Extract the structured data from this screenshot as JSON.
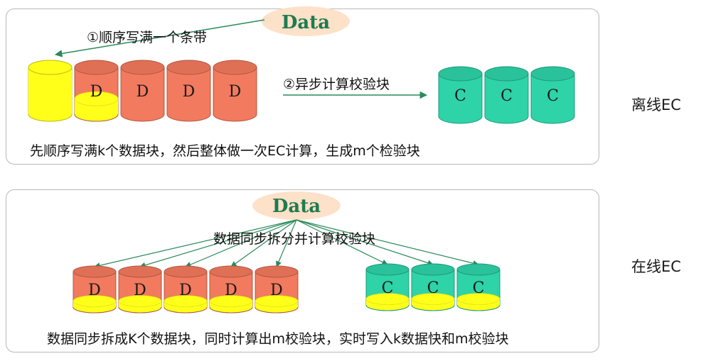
{
  "source_label": "Data",
  "offline": {
    "side_label": "离线EC",
    "step1_label": "①顺序写满一个条带",
    "step2_label": "②异步计算校验块",
    "caption": "先顺序写满k个数据块，然后整体做一次EC计算，生成m个检验块",
    "data_blocks": [
      "",
      "D",
      "D",
      "D",
      "D"
    ],
    "data_block_fill": [
      1,
      0.33,
      0,
      0,
      0
    ],
    "parity_blocks": [
      "C",
      "C",
      "C"
    ]
  },
  "online": {
    "side_label": "在线EC",
    "split_label": "数据同步拆分并计算校验块",
    "caption": "数据同步拆成K个数据块，同时计算出m校验块，实时写入k数据快和m校验块",
    "data_blocks": [
      "D",
      "D",
      "D",
      "D",
      "D"
    ],
    "parity_blocks": [
      "C",
      "C",
      "C"
    ]
  },
  "colors": {
    "data_block": "#f27a5e",
    "parity_block": "#2ed3a8",
    "written_fill": "#ffff1a",
    "source_ellipse": "#fde1c8",
    "source_text": "#1f7b50",
    "arrow": "#2a8a5a"
  }
}
